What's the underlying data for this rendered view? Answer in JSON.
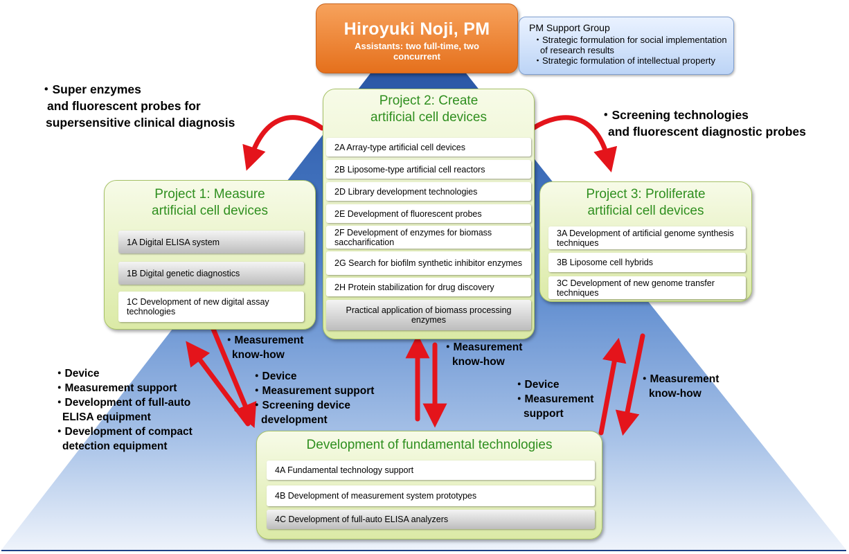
{
  "pm": {
    "name": "Hiroyuki Noji, PM",
    "assistants": "Assistants: two full-time, two concurrent"
  },
  "support_group": {
    "title": "PM Support Group",
    "items": [
      "・Strategic formulation for social implementation of research results",
      "・Strategic formulation of intellectual property"
    ]
  },
  "project1": {
    "title_line1": "Project 1: Measure",
    "title_line2": "artificial cell devices",
    "items": [
      "1A Digital ELISA system",
      "1B Digital genetic diagnostics",
      "1C Development of new digital assay technologies"
    ]
  },
  "project2": {
    "title_line1": "Project 2: Create",
    "title_line2": "artificial cell devices",
    "items": [
      "2A Array-type artificial cell devices",
      "2B Liposome-type artificial cell reactors",
      "2D Library development technologies",
      "2E Development of fluorescent probes",
      "2F Development of enzymes for biomass saccharification",
      "2G Search for biofilm synthetic inhibitor enzymes",
      "2H Protein stabilization for drug discovery",
      "Practical application of biomass processing enzymes"
    ]
  },
  "project3": {
    "title_line1": "Project 3: Proliferate",
    "title_line2": "artificial cell devices",
    "items": [
      "3A Development of artificial genome synthesis techniques",
      "3B Liposome cell hybrids",
      "3C Development of new genome transfer techniques"
    ]
  },
  "fundamental": {
    "title": "Development of fundamental technologies",
    "items": [
      "4A Fundamental technology support",
      "4B Development of measurement system prototypes",
      "4C Development of full-auto ELISA analyzers"
    ]
  },
  "labels": {
    "super_enzymes": [
      "・Super enzymes",
      "and fluorescent probes for",
      "supersensitive clinical diagnosis"
    ],
    "screening": [
      "・Screening technologies",
      "and fluorescent diagnostic probes"
    ],
    "left_outer": [
      "・Device",
      "・Measurement support",
      "・Development of full-auto",
      "ELISA equipment",
      "・Development of compact",
      "detection equipment"
    ],
    "left_knowhow": [
      "・Measurement",
      "know-how"
    ],
    "left_inner": [
      "・Device",
      "・Measurement support",
      "・Screening device",
      "development"
    ],
    "center_knowhow": [
      "・Measurement",
      "know-how"
    ],
    "right_device": [
      "・Device",
      "・Measurement",
      "support"
    ],
    "right_knowhow": [
      "・Measurement",
      "know-how"
    ]
  },
  "colors": {
    "triangle_top": "#1e4a9a",
    "triangle_bottom": "#eef3fb",
    "pm_box": "#ee7f2d",
    "project_title": "#2f8f1f",
    "arrow": "#e4141b"
  }
}
